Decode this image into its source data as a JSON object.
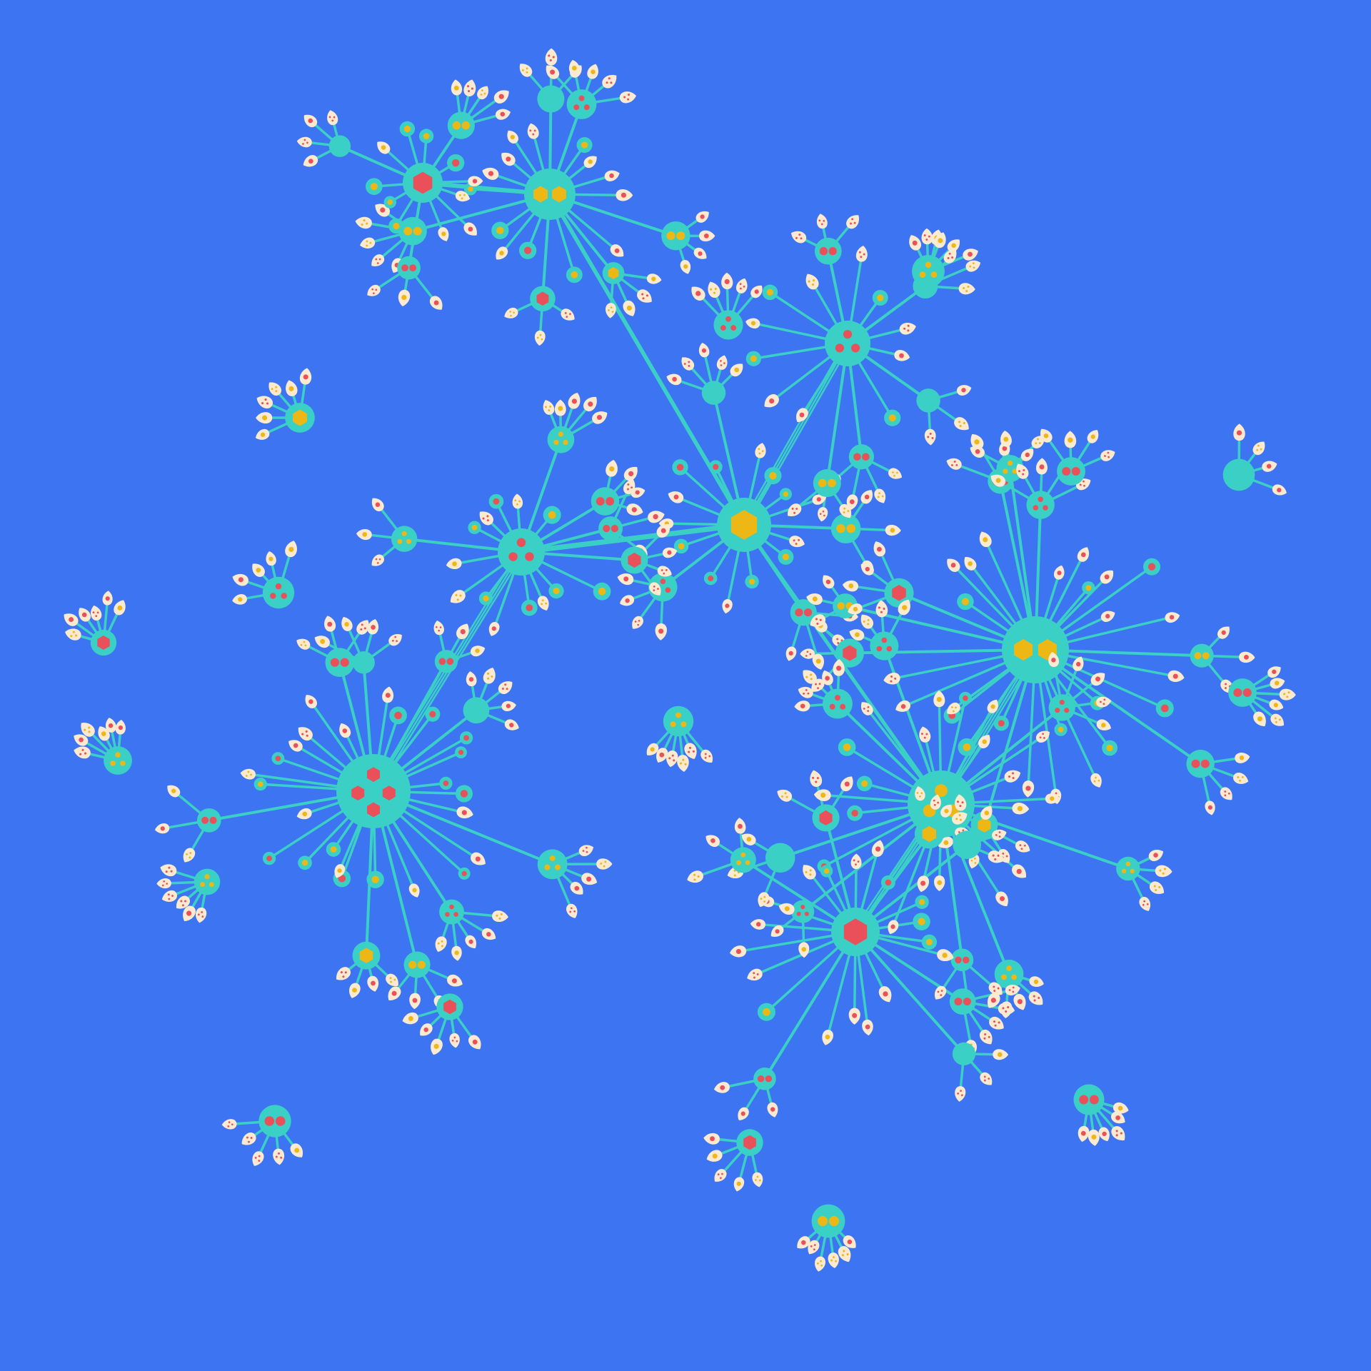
{
  "colors": {
    "background": "#3d74f1",
    "node": "#3bd0c5",
    "petal": "#fbe9d0",
    "red": "#ea5059",
    "yellow": "#edb716"
  },
  "marker_kinds": [
    "hexagon",
    "two-hexagons",
    "two-dots",
    "three-dots",
    "four-dots",
    "none"
  ],
  "graph": {
    "layout": "radial-tree",
    "hubs": [
      {
        "id": "hub-center",
        "marker": "hexagon",
        "marker_color": "yellow"
      },
      {
        "id": "hub-east",
        "marker": "two-hexagons",
        "marker_color": "yellow"
      },
      {
        "id": "hub-southeast",
        "marker": "three-dots",
        "marker_color": "yellow"
      },
      {
        "id": "hub-south",
        "marker": "hexagon",
        "marker_color": "red"
      },
      {
        "id": "hub-west",
        "marker": "four-dots",
        "marker_color": "red"
      },
      {
        "id": "hub-west-mid",
        "marker": "three-dots",
        "marker_color": "red"
      },
      {
        "id": "hub-north",
        "marker": "two-hexagons",
        "marker_color": "yellow"
      },
      {
        "id": "hub-north-west",
        "marker": "hexagon",
        "marker_color": "red"
      },
      {
        "id": "hub-north-east",
        "marker": "three-dots",
        "marker_color": "red"
      }
    ]
  }
}
